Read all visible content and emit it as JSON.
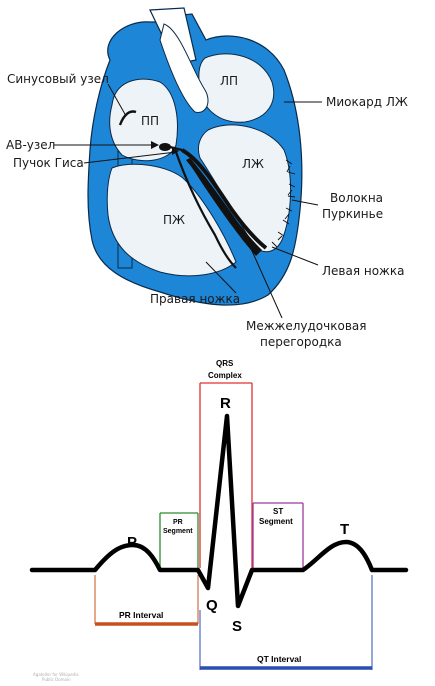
{
  "heart": {
    "labels": {
      "sa_node": "Синусовый узел",
      "av_node": "АВ-узел",
      "his_bundle": "Пучок Гиса",
      "right_bundle": "Правая ножка",
      "septum_line1": "Межжелудочковая",
      "septum_line2": "перегородка",
      "left_bundle": "Левая ножка",
      "purkinje_line1": "Волокна",
      "purkinje_line2": "Пуркинье",
      "myocardium": "Миокард ЛЖ"
    },
    "chambers": {
      "ra": "ПП",
      "la": "ЛП",
      "rv": "ПЖ",
      "lv": "ЛЖ"
    },
    "colors": {
      "wall": "#1e86d6",
      "outline": "#0a2a4a",
      "bundle": "#111111"
    }
  },
  "ecg": {
    "waves": {
      "p": "P",
      "q": "Q",
      "r": "R",
      "s": "S",
      "t": "T"
    },
    "segments": {
      "qrs_line1": "QRS",
      "qrs_line2": "Complex",
      "pr_seg_line1": "PR",
      "pr_seg_line2": "Segment",
      "st_seg_line1": "ST",
      "st_seg_line2": "Segment"
    },
    "intervals": {
      "pr": "PR Interval",
      "qt": "QT Interval"
    },
    "credit_line1": "Agateller for Wikipedia",
    "credit_line2": "Public Domain",
    "colors": {
      "trace": "#000000",
      "qrs": "#e03030",
      "pr_segment": "#2e8b2e",
      "st_segment": "#9b3b9b",
      "pr_interval": "#c8501e",
      "qt_interval": "#2a4fb0"
    }
  }
}
